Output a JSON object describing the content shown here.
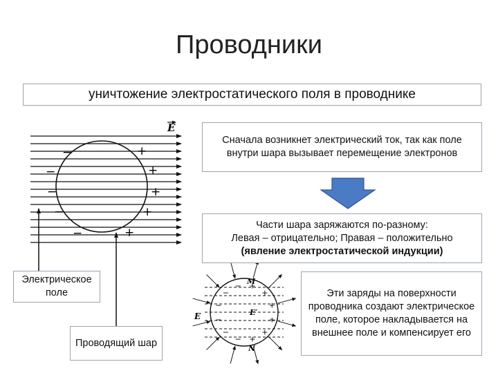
{
  "title": "Проводники",
  "subtitle": "уничтожение электростатического поля в проводнике",
  "box_current": "Сначала возникнет электрический ток, так как поле внутри шара вызывает перемещение электронов",
  "box_charges": {
    "line1": "Части шара заряжаются по-разному:",
    "line2": "Левая – отрицательно; Правая – положительно",
    "line3": "(явление электростатической индукции)"
  },
  "box_field": "Эти заряды на поверхности проводника создают электрическое поле, которое накладывается на внешнее поле и компенсирует его",
  "label_field": "Электрическое поле",
  "label_sphere": "Проводящий шар",
  "diagram1": {
    "field_label": "E",
    "minus": "−",
    "plus": "+"
  },
  "diagram2": {
    "label_M": "M",
    "label_N": "N",
    "label_E": "E",
    "label_Einner": "E′"
  },
  "colors": {
    "arrow_fill": "#4a7bc4",
    "arrow_stroke": "#2f5597",
    "box_border": "#9aa4b0"
  }
}
